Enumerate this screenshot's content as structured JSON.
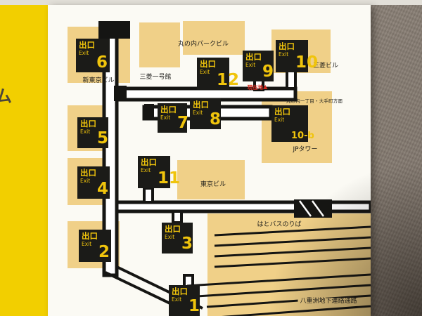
{
  "side": {
    "partial_text": "ム"
  },
  "exits": [
    {
      "jp": "出口",
      "en": "Exit",
      "number": "6"
    },
    {
      "jp": "出口",
      "en": "Exit",
      "number": "12"
    },
    {
      "jp": "出口",
      "en": "Exit",
      "number": "9"
    },
    {
      "jp": "出口",
      "en": "Exit",
      "number": "10"
    },
    {
      "jp": "出口",
      "en": "Exit",
      "number": "5"
    },
    {
      "jp": "出口",
      "en": "Exit",
      "number": "7"
    },
    {
      "jp": "出口",
      "en": "Exit",
      "number": "8"
    },
    {
      "jp": "出口",
      "en": "Exit",
      "number": "10-b"
    },
    {
      "jp": "出口",
      "en": "Exit",
      "number": "4"
    },
    {
      "jp": "出口",
      "en": "Exit",
      "number": "11"
    },
    {
      "jp": "出口",
      "en": "Exit",
      "number": "2"
    },
    {
      "jp": "出口",
      "en": "Exit",
      "number": "3"
    },
    {
      "jp": "出口",
      "en": "Exit",
      "number": "1"
    }
  ],
  "labels": {
    "marunouchi_park": "丸の内パークビル",
    "mitsubishi_bldg": "三菱ビル",
    "shin_tokyo_bldg": "新東京ビル",
    "mitsubishi_ichigokan": "三菱一号館",
    "jp_tower": "JPタワー",
    "tokyo_bldg": "東京ビル",
    "hato_bus": "はとバスのりば",
    "yaesu_passage": "八重洲地下連絡通路",
    "current_location": "現在地",
    "current_location_marker": "▲",
    "direction": "丸の内一丁目・大手町方面"
  },
  "colors": {
    "band_yellow": "#f2cf00",
    "sign_black": "#1b1b18",
    "sign_yellow": "#f0c40c",
    "building_tan": "#f0d088",
    "panel_white": "#fbfaf4",
    "wall_brown": "#8b8177",
    "marker_red": "#d42a1e"
  }
}
